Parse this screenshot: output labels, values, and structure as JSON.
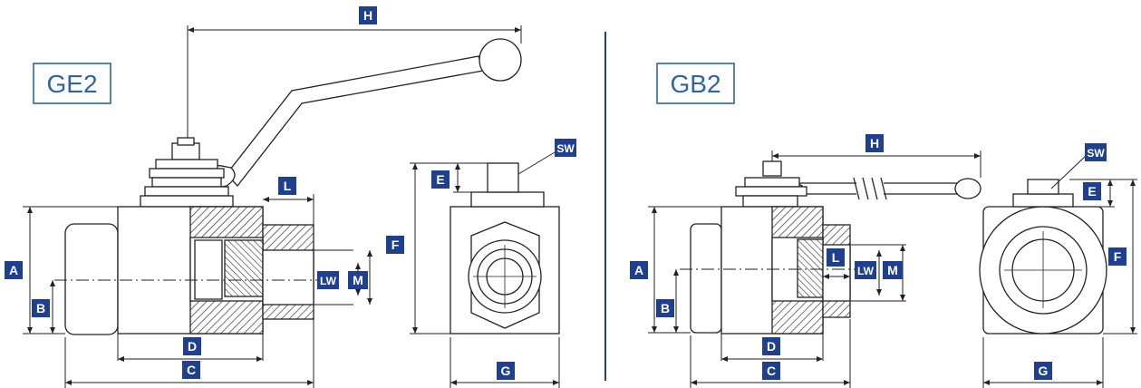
{
  "colors": {
    "badge": "#1f3f8f",
    "title_box": "#2f62a8",
    "divider": "#1f3f8f",
    "line": "#222222"
  },
  "left_view": {
    "title": "GE2",
    "labels": {
      "H": "H",
      "L": "L",
      "E": "E",
      "SW": "SW",
      "F": "F",
      "A": "A",
      "B": "B",
      "LW": "LW",
      "M": "M",
      "D": "D",
      "C": "C",
      "G": "G"
    }
  },
  "right_view": {
    "title": "GB2",
    "labels": {
      "H": "H",
      "SW": "SW",
      "E": "E",
      "F": "F",
      "A": "A",
      "B": "B",
      "L": "L",
      "LW": "LW",
      "M": "M",
      "D": "D",
      "C": "C",
      "G": "G"
    }
  }
}
